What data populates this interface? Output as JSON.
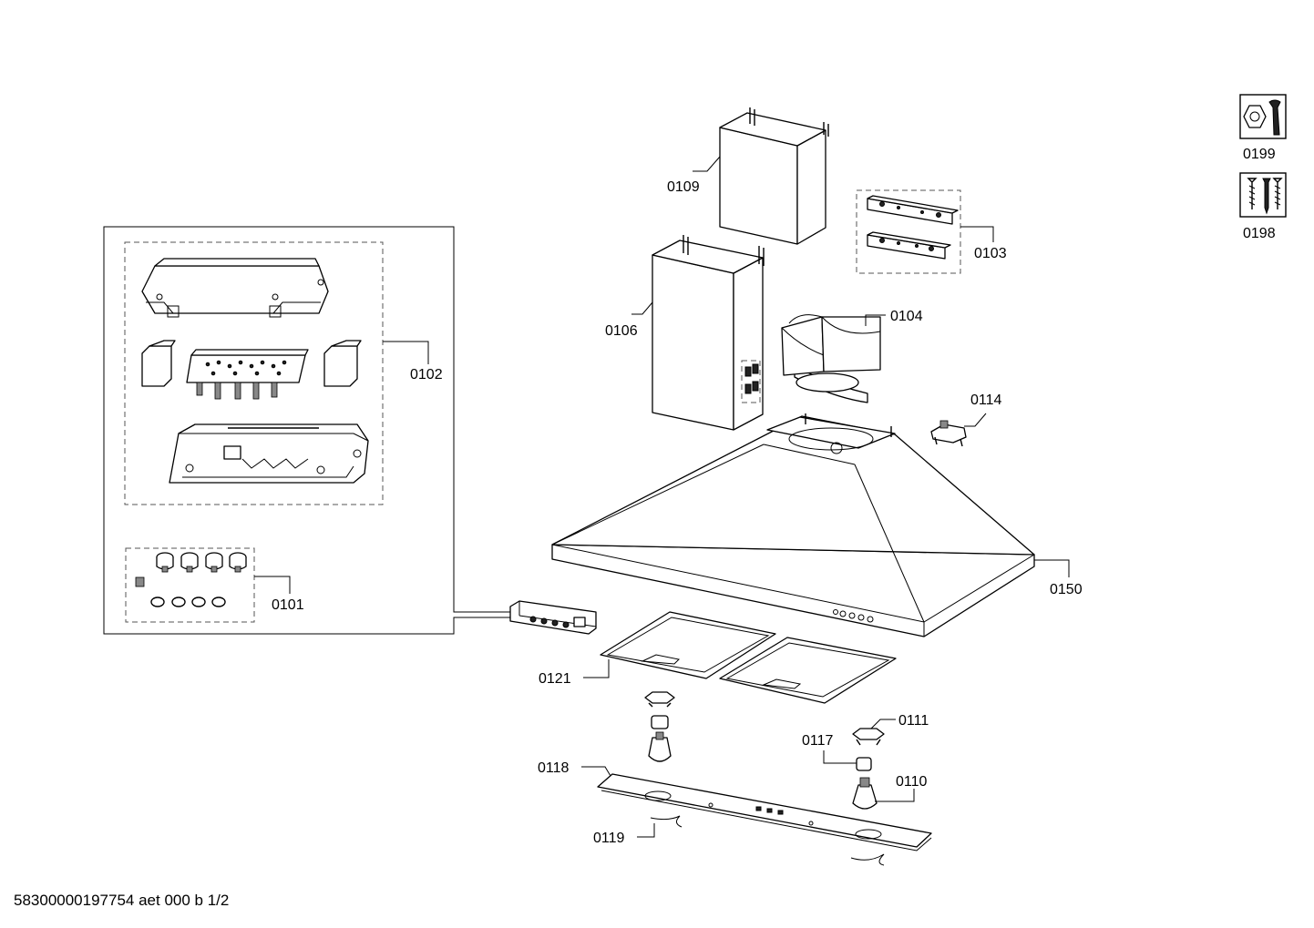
{
  "labels": {
    "p0199": "0199",
    "p0198": "0198",
    "p0109": "0109",
    "p0103": "0103",
    "p0106": "0106",
    "p0104": "0104",
    "p0102": "0102",
    "p0114": "0114",
    "p0101": "0101",
    "p0150": "0150",
    "p0121": "0121",
    "p0111": "0111",
    "p0117": "0117",
    "p0118": "0118",
    "p0110": "0110",
    "p0119": "0119"
  },
  "footer": "58300000197754 aet 000 b 1/2"
}
